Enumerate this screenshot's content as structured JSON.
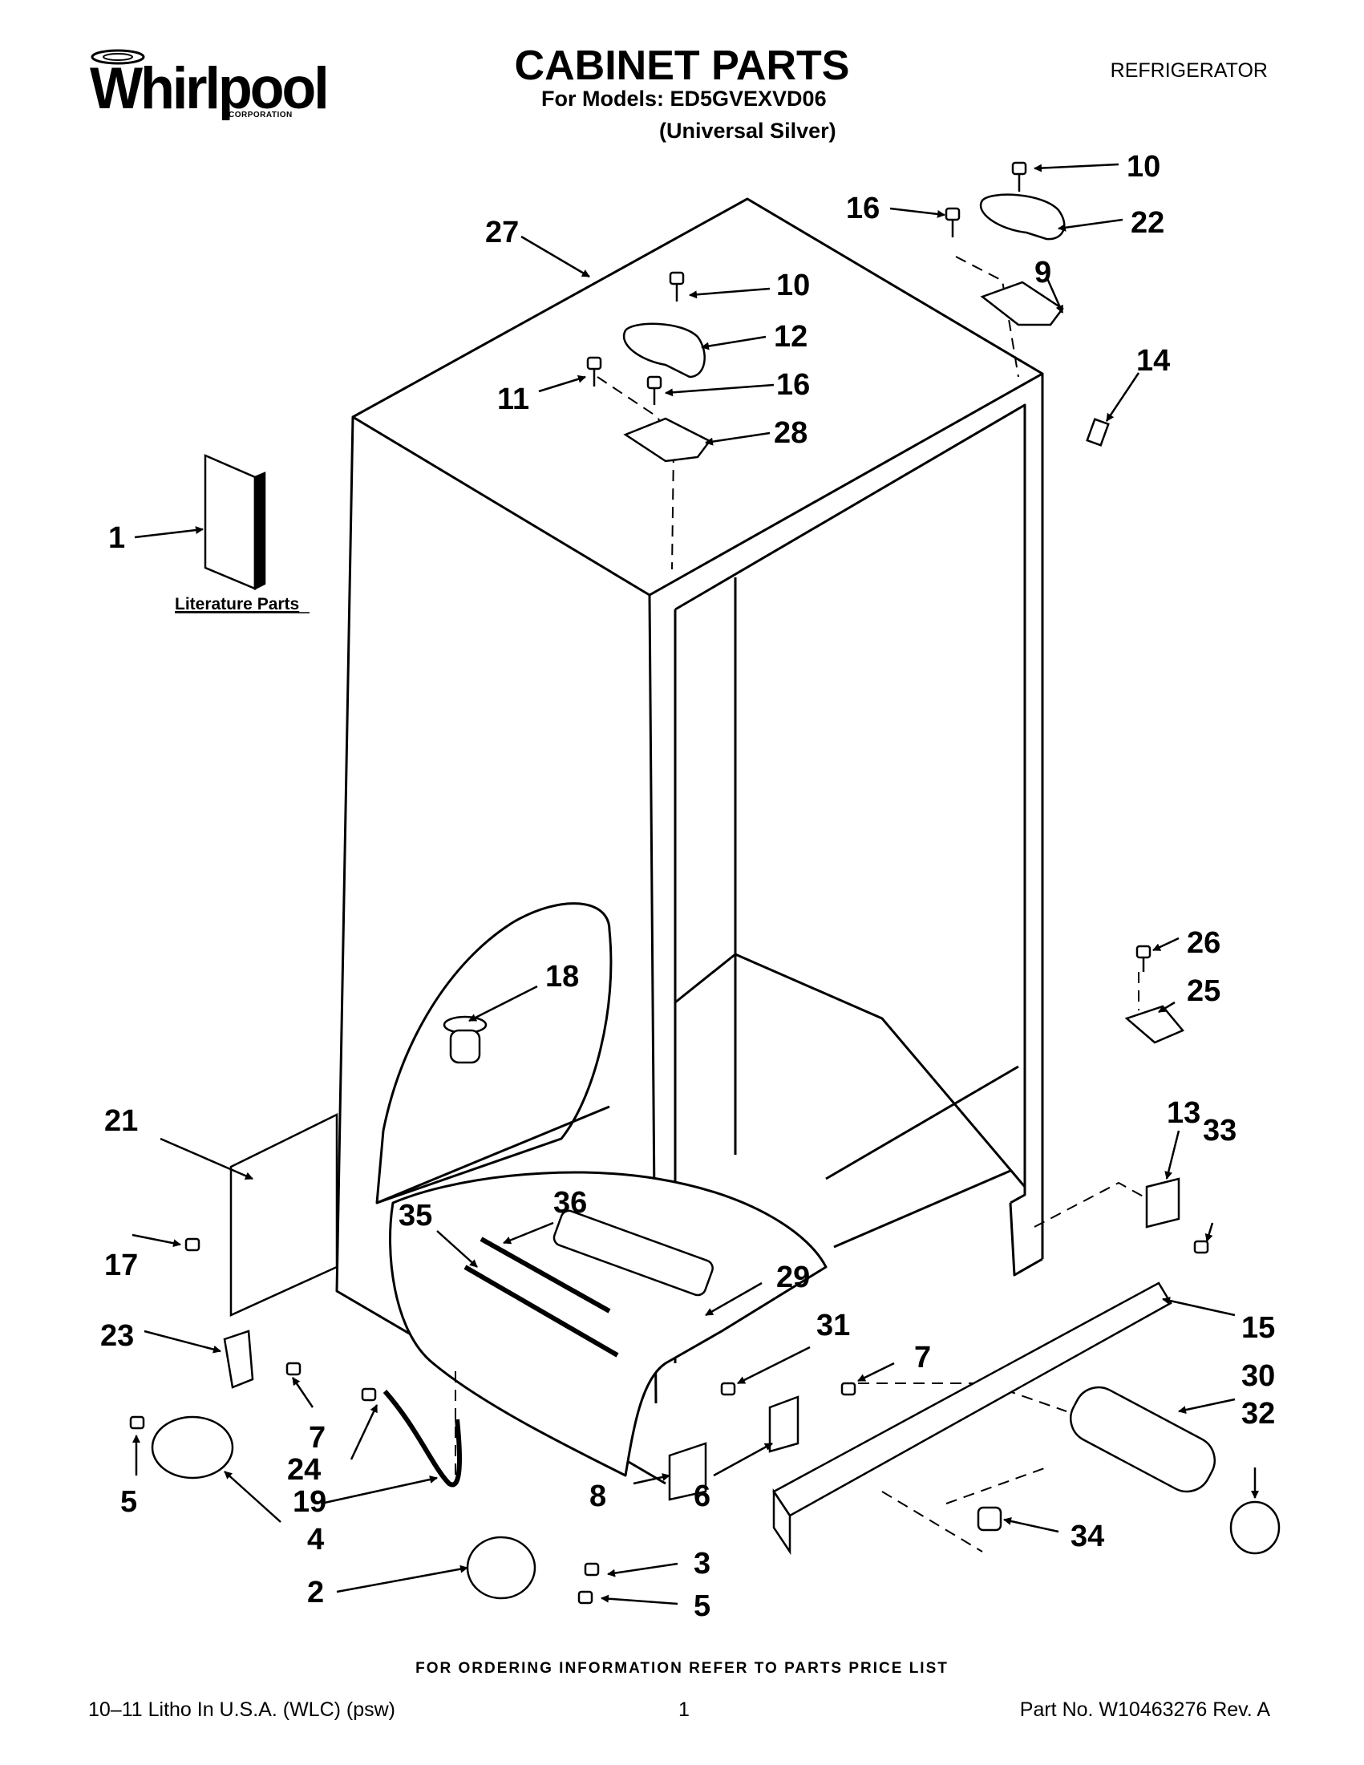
{
  "header": {
    "logo_text": "Whirlpool",
    "logo_subtext": "CORPORATION",
    "title": "CABINET PARTS",
    "models_line": "For Models: ED5GVEXVD06",
    "finish_line": "(Universal Silver)",
    "category": "REFRIGERATOR"
  },
  "diagram": {
    "literature_label": "Literature Parts",
    "callouts": {
      "c1": "1",
      "c2": "2",
      "c3": "3",
      "c4": "4",
      "c5a": "5",
      "c5b": "5",
      "c6": "6",
      "c7a": "7",
      "c7b": "7",
      "c8": "8",
      "c9": "9",
      "c10a": "10",
      "c10b": "10",
      "c11": "11",
      "c12": "12",
      "c13": "13",
      "c14": "14",
      "c15": "15",
      "c16a": "16",
      "c16b": "16",
      "c17": "17",
      "c18": "18",
      "c19": "19",
      "c21": "21",
      "c22": "22",
      "c23": "23",
      "c24": "24",
      "c25": "25",
      "c26": "26",
      "c27": "27",
      "c28": "28",
      "c29": "29",
      "c30": "30",
      "c31": "31",
      "c32": "32",
      "c33": "33",
      "c34": "34",
      "c35": "35",
      "c36": "36"
    }
  },
  "footer": {
    "order_note": "FOR ORDERING INFORMATION REFER TO PARTS PRICE LIST",
    "litho": "10–11 Litho In U.S.A. (WLC) (psw)",
    "page": "1",
    "part_no": "Part No. W10463276 Rev. A"
  }
}
